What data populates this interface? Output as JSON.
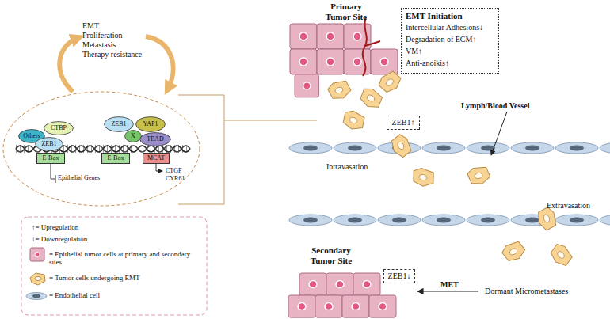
{
  "diagram": {
    "nodes": [
      {
        "text": [
          "Others"
        ]
      },
      {
        "text": [
          "CTBP"
        ]
      },
      {
        "text": [
          "ZEB1"
        ]
      },
      {
        "text": [
          "E-Box"
        ]
      },
      {
        "text": [
          "ZEB1"
        ]
      },
      {
        "text": [
          "YAP1"
        ]
      },
      {
        "text": [
          "X"
        ]
      },
      {
        "text": [
          "TEAD"
        ]
      },
      {
        "text": [
          "E-Box"
        ]
      },
      {
        "text": [
          "MCAT"
        ]
      },
      {
        "text": [
          "EMT Initiation",
          "Intercellular Adhesions↓",
          "Degradation of ECM↑",
          "VM↑",
          "Anti-anoikis↑"
        ]
      },
      {
        "text": [
          "ZEB1↑"
        ]
      },
      {
        "text": [
          "ZEB1↓"
        ]
      }
    ],
    "labels": [
      "EMT",
      "Proliferation",
      "Metastasis",
      "Therapy resistance",
      "Epithelial Genes",
      "CTGF",
      "CYR61",
      "Primary Tumor Site",
      "Lymph/Blood Vessel",
      "Intravasation",
      "Extravasation",
      "Secondary Tumor Site",
      "MET",
      "Dormant Micrometastases"
    ],
    "legend": [
      {
        "text": "↑= Upregulation"
      },
      {
        "text": "↓= Downregulation"
      },
      {
        "text": "= Epithelial tumor cells at primary and secondary sites",
        "color": "#e8b4c4"
      },
      {
        "text": "= Tumor cells undergoing EMT",
        "color": "#f8d494"
      },
      {
        "text": "= Endothelial cell",
        "color": "#c6d7ea"
      }
    ]
  }
}
